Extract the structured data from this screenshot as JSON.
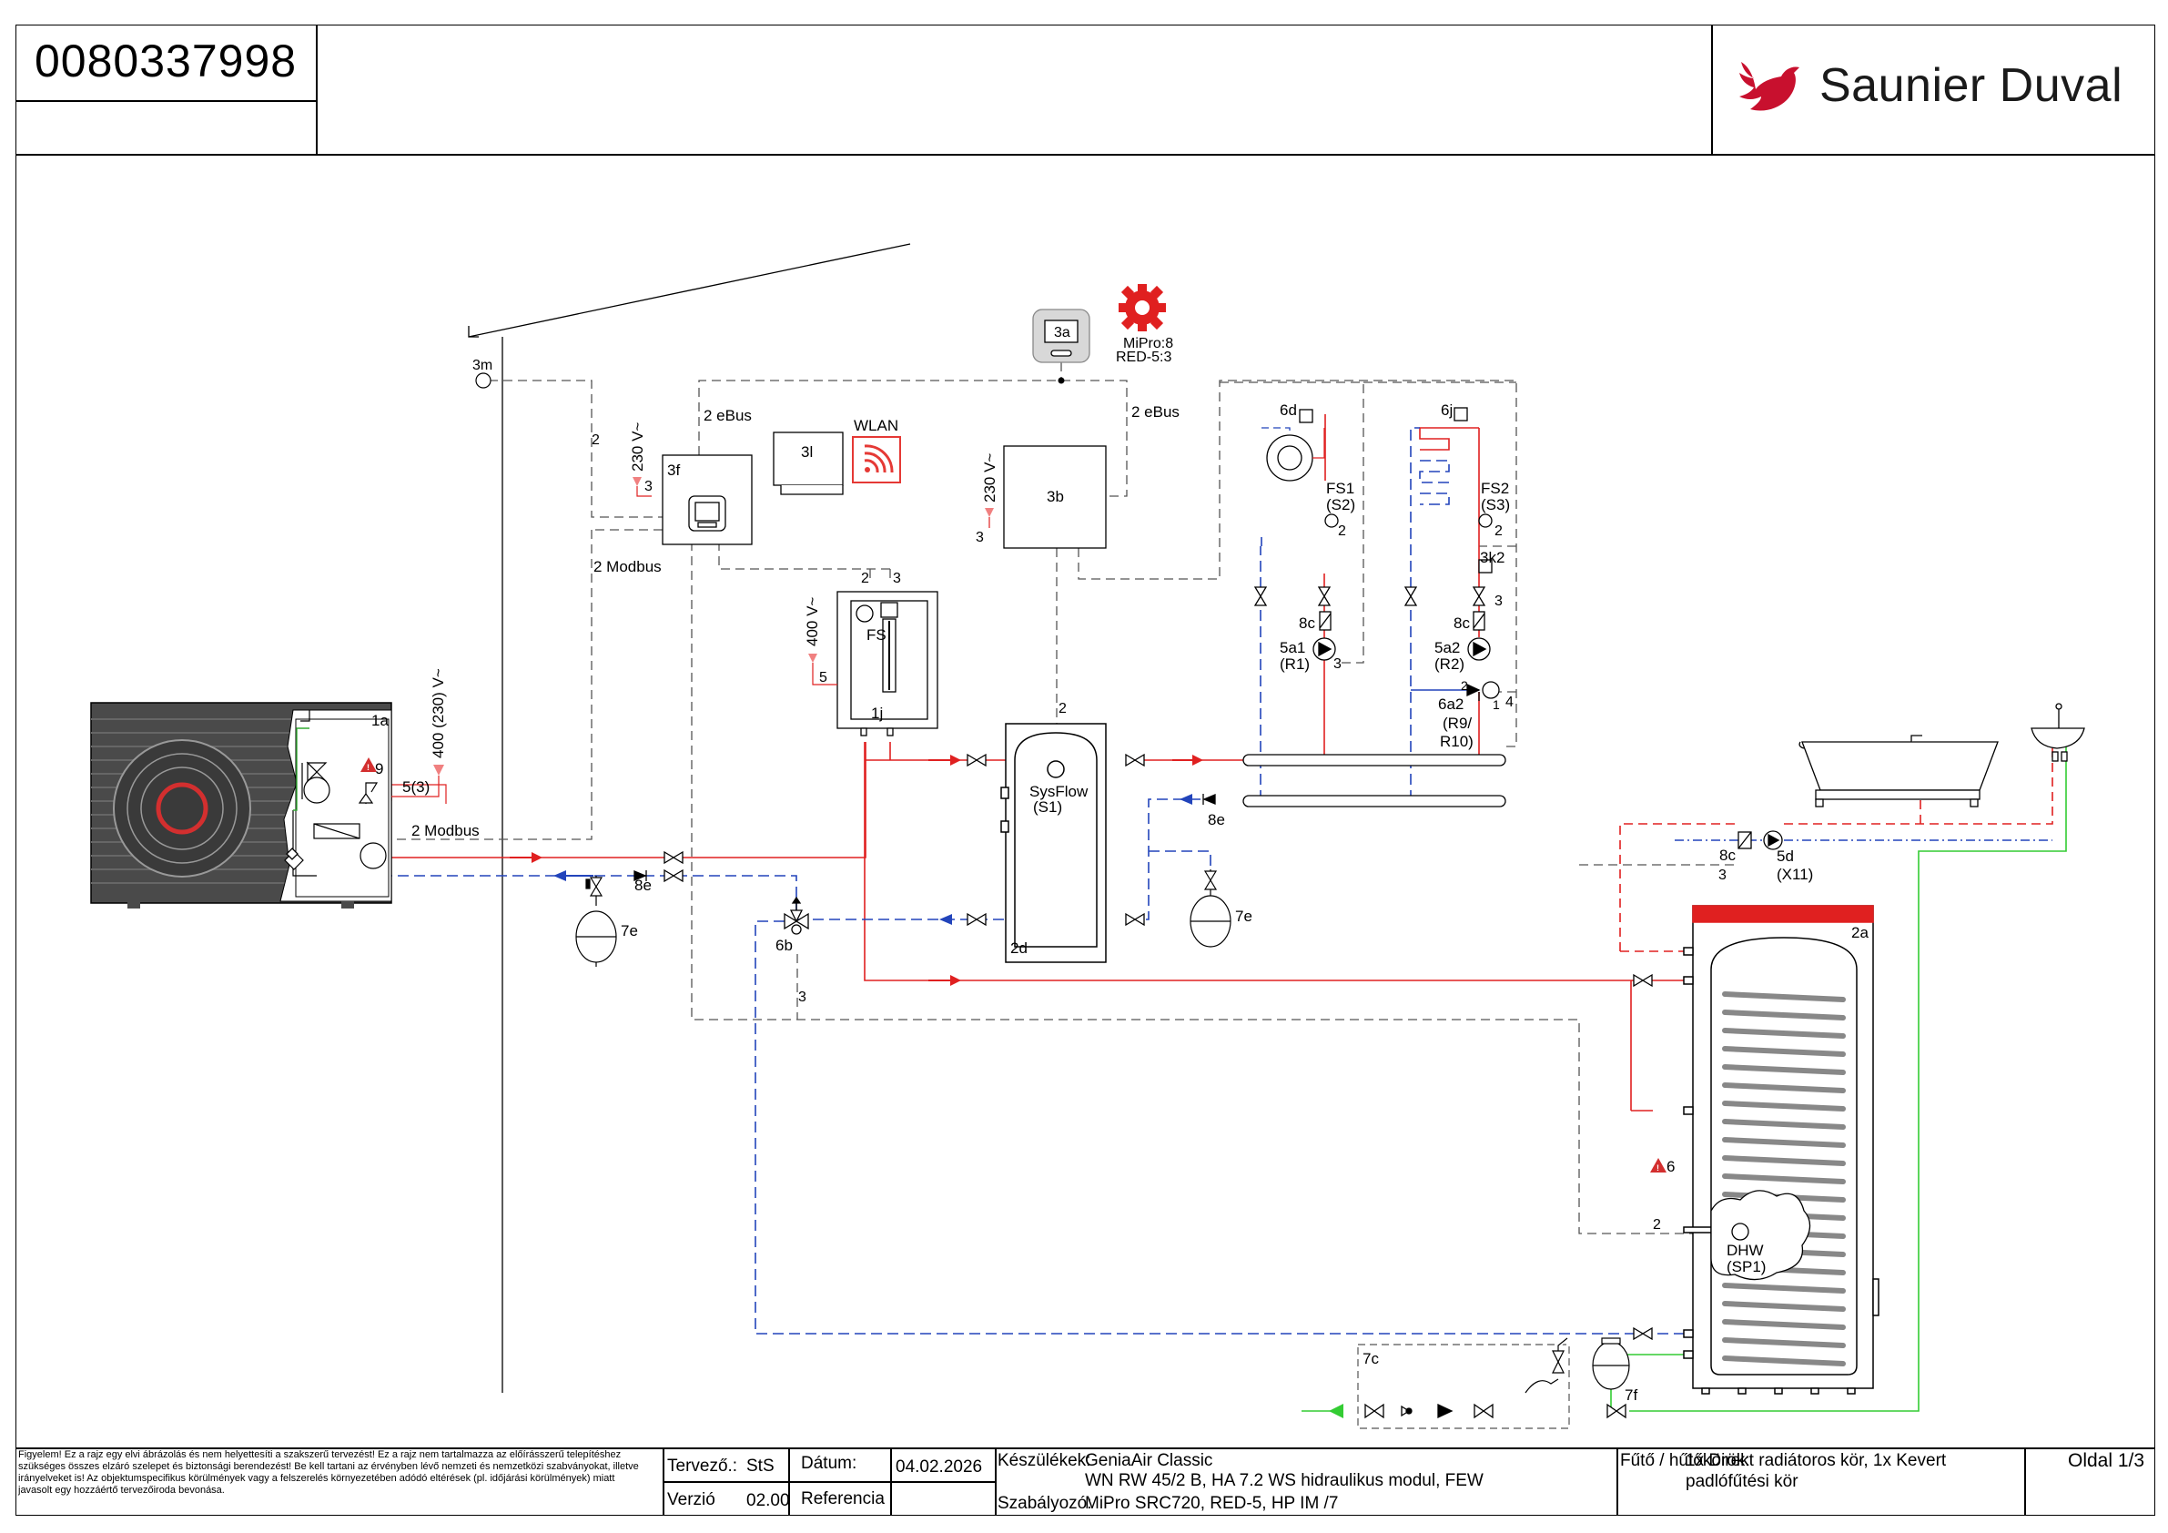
{
  "header": {
    "document_number": "0080337998",
    "brand_name": "Saunier Duval"
  },
  "components": {
    "heat_pump": "1a",
    "warning_9": "9",
    "outdoor_sensor": "3m",
    "controller_3f": "3f",
    "module_3l": "3l",
    "wlan": "WLAN",
    "remote_3a": "3a",
    "mipro": "MiPro:8",
    "red": "RED-5:3",
    "module_3b": "3b",
    "hydro_module": "1j",
    "fs": "FS",
    "buffer": "2d",
    "sysflow": "SysFlow",
    "sysflow_id": "(S1)",
    "mixing_valve": "6b",
    "exp_tank_left": "7e",
    "exp_tank_right": "7e",
    "check_valve_left": "8e",
    "check_valve_right": "8e",
    "radiator_valve": "6d",
    "fs1": "FS1",
    "fs1_id": "(S2)",
    "check_8c_1": "8c",
    "pump_5a1": "5a1",
    "pump_5a1_id": "(R1)",
    "floor_valve": "6j",
    "fs2": "FS2",
    "fs2_id": "(S3)",
    "thermostat_3k2": "3k2",
    "check_8c_2": "8c",
    "pump_5a2": "5a2",
    "pump_5a2_id": "(R2)",
    "mixer_6a2": "6a2",
    "mixer_6a2_id": "(R9/",
    "mixer_6a2_id2": "R10)",
    "circ_check": "8c",
    "circ_pump": "5d",
    "circ_pump_id": "(X11)",
    "dhw_tank": "2a",
    "dhw": "DHW",
    "dhw_id": "(SP1)",
    "warning_6": "6",
    "cold_water_group": "7c",
    "dhw_exp": "7f"
  },
  "labels": {
    "ebus_1": "2 eBus",
    "ebus_2": "2 eBus",
    "modbus_1": "2 Modbus",
    "modbus_2": "2 Modbus",
    "v230_a": "230 V~",
    "v230_b": "230 V~",
    "v400": "400 V~",
    "v400_230": "400 (230) V~",
    "cable_5_3": "5(3)",
    "n2": "2",
    "n3": "3",
    "n5": "5",
    "n4": "4",
    "n1": "1"
  },
  "title_block": {
    "warning_text": "Figyelem! Ez a rajz egy elvi ábrázolás és nem helyettesíti a szakszerű tervezést! Ez a rajz nem tartalmazza az előírásszerű telepítéshez szükséges összes elzáró szelepet és biztonsági berendezést! Be kell tartani az érvényben lévő nemzeti és nemzetközi szabványokat, illetve irányelveket is! Az objektumspecifikus körülmények vagy a felszerelés környezetében adódó eltérések (pl. időjárási körülmények) miatt javasolt egy hozzáértő tervezőiroda bevonása.",
    "designer_label": "Tervező.:",
    "designer_value": "StS",
    "date_label": "Dátum:",
    "date_value": "04.02.2026",
    "version_label": "Verzió",
    "version_value": "02.00",
    "reference_label": "Referencia",
    "devices_label": "Készülékek:",
    "devices_line1": "GeniaAir Classic",
    "devices_line2": "WN RW 45/2 B, HA 7.2 WS hidraulikus modul, FEW",
    "controller_label": "Szabályozó:",
    "controller_value": "MiPro SRC720, RED-5, HP IM /7",
    "heating_label": "Fűtő / hűtőkörök:",
    "heating_line1": "1x Direkt radiátoros kör, 1x Kevert",
    "heating_line2": "padlófűtési kör",
    "page_label": "Oldal 1/3"
  },
  "colors": {
    "supply": "#e02020",
    "return": "#2244bb",
    "dhw_cold": "#33cc33",
    "brand_red": "#c8102e",
    "wlan_red": "#e53935"
  }
}
